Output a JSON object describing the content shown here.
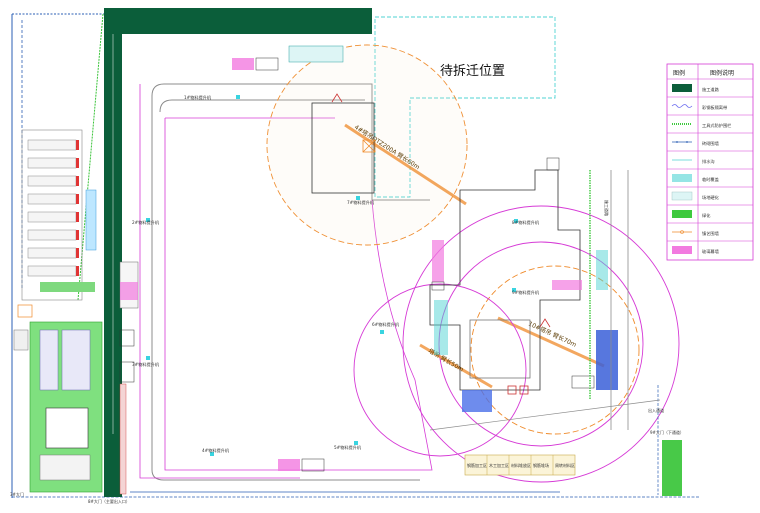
{
  "big_label": "待拆迁位置",
  "legend": {
    "header_symbol": "图例",
    "header_desc": "图例说明",
    "items": [
      {
        "label": "施工道路"
      },
      {
        "label": "彩钢板隔离带"
      },
      {
        "label": "工具式防护围栏"
      },
      {
        "label": "砖砌围墙"
      },
      {
        "label": "排水沟"
      },
      {
        "label": "临时覆盖"
      },
      {
        "label": "场地硬化"
      },
      {
        "label": "绿化"
      },
      {
        "label": "镇艺围墙"
      },
      {
        "label": "玻璃幕墙"
      }
    ]
  },
  "hoists": {
    "h1": "1#物料提升机",
    "h2": "2#物料提升机",
    "h3": "3#物料提升机",
    "h4": "4#物料提升机",
    "h5": "5#物料提升机",
    "h6": "6#物料提升机",
    "h7": "7#物料提升机",
    "h8": "8#物料提升机",
    "h9": "9#物料提升机"
  },
  "cranes": {
    "c1": "4#塔吊QTZ200A  臂长60m",
    "c2": "10#塔吊  臂长70m",
    "c3": "塔吊  臂长50m"
  },
  "gates": {
    "g1": "8#大门（主要出入口）",
    "g2": "9#大门（下通道）",
    "g3": "3#大门",
    "g4": "出入通道",
    "g5": "施工道路"
  },
  "bottom_boxes": [
    "钢筋加工区",
    "木工加工区",
    "材料堆放区",
    "钢筋堆场",
    "周转材料区"
  ],
  "colors": {
    "road": "#0b5e3a",
    "boundary": "#2b5fb4",
    "fence_magenta": "#d63bd6",
    "crane_orange": "#ef8a2a",
    "cyan_dash": "#4fd3d3",
    "green_fill": "#3ec93e",
    "pink_fill": "#f27ae0"
  }
}
